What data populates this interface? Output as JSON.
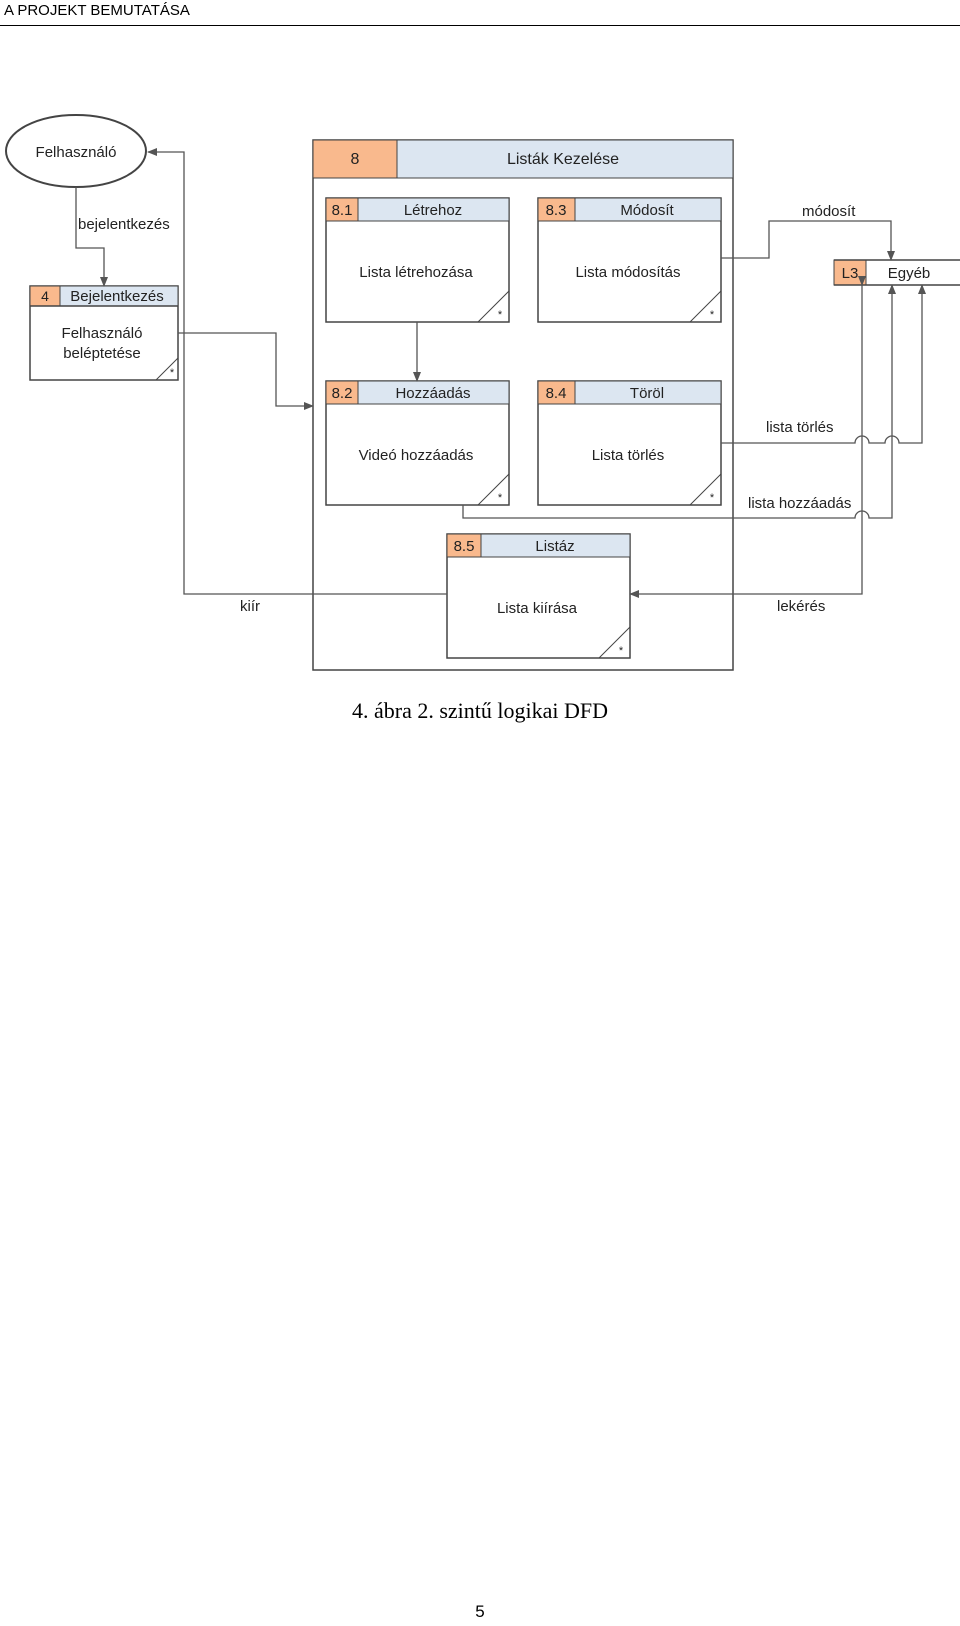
{
  "header": {
    "title": "A PROJEKT BEMUTATÁSA"
  },
  "colors": {
    "id_fill": "#f9b98d",
    "title_fill": "#dce6f1",
    "line": "#555555",
    "border": "#444444"
  },
  "diagram": {
    "entity": {
      "label": "Felhasználó"
    },
    "login_process": {
      "id": "4",
      "title": "Bejelentkezés",
      "body_line1": "Felhasználó",
      "body_line2": "beléptetése",
      "star": "*"
    },
    "main_process": {
      "id": "8",
      "title": "Listák Kezelése"
    },
    "subprocesses": [
      {
        "id": "8.1",
        "title": "Létrehoz",
        "body": "Lista létrehozása",
        "star": "*"
      },
      {
        "id": "8.3",
        "title": "Módosít",
        "body": "Lista módosítás",
        "star": "*"
      },
      {
        "id": "8.2",
        "title": "Hozzáadás",
        "body": "Videó hozzáadás",
        "star": "*"
      },
      {
        "id": "8.4",
        "title": "Töröl",
        "body": "Lista törlés",
        "star": "*"
      },
      {
        "id": "8.5",
        "title": "Listáz",
        "body": "Lista kiírása",
        "star": "*"
      }
    ],
    "datastore": {
      "id": "L3",
      "title": "Egyéb"
    },
    "flows": {
      "bejelentkezes": "bejelentkezés",
      "modosit": "módosít",
      "lista_torles": "lista törlés",
      "lista_hozzaadas": "lista hozzáadás",
      "kiir": "kiír",
      "lekeres": "lekérés"
    }
  },
  "caption": "4. ábra 2. szintű logikai DFD",
  "page_number": "5"
}
